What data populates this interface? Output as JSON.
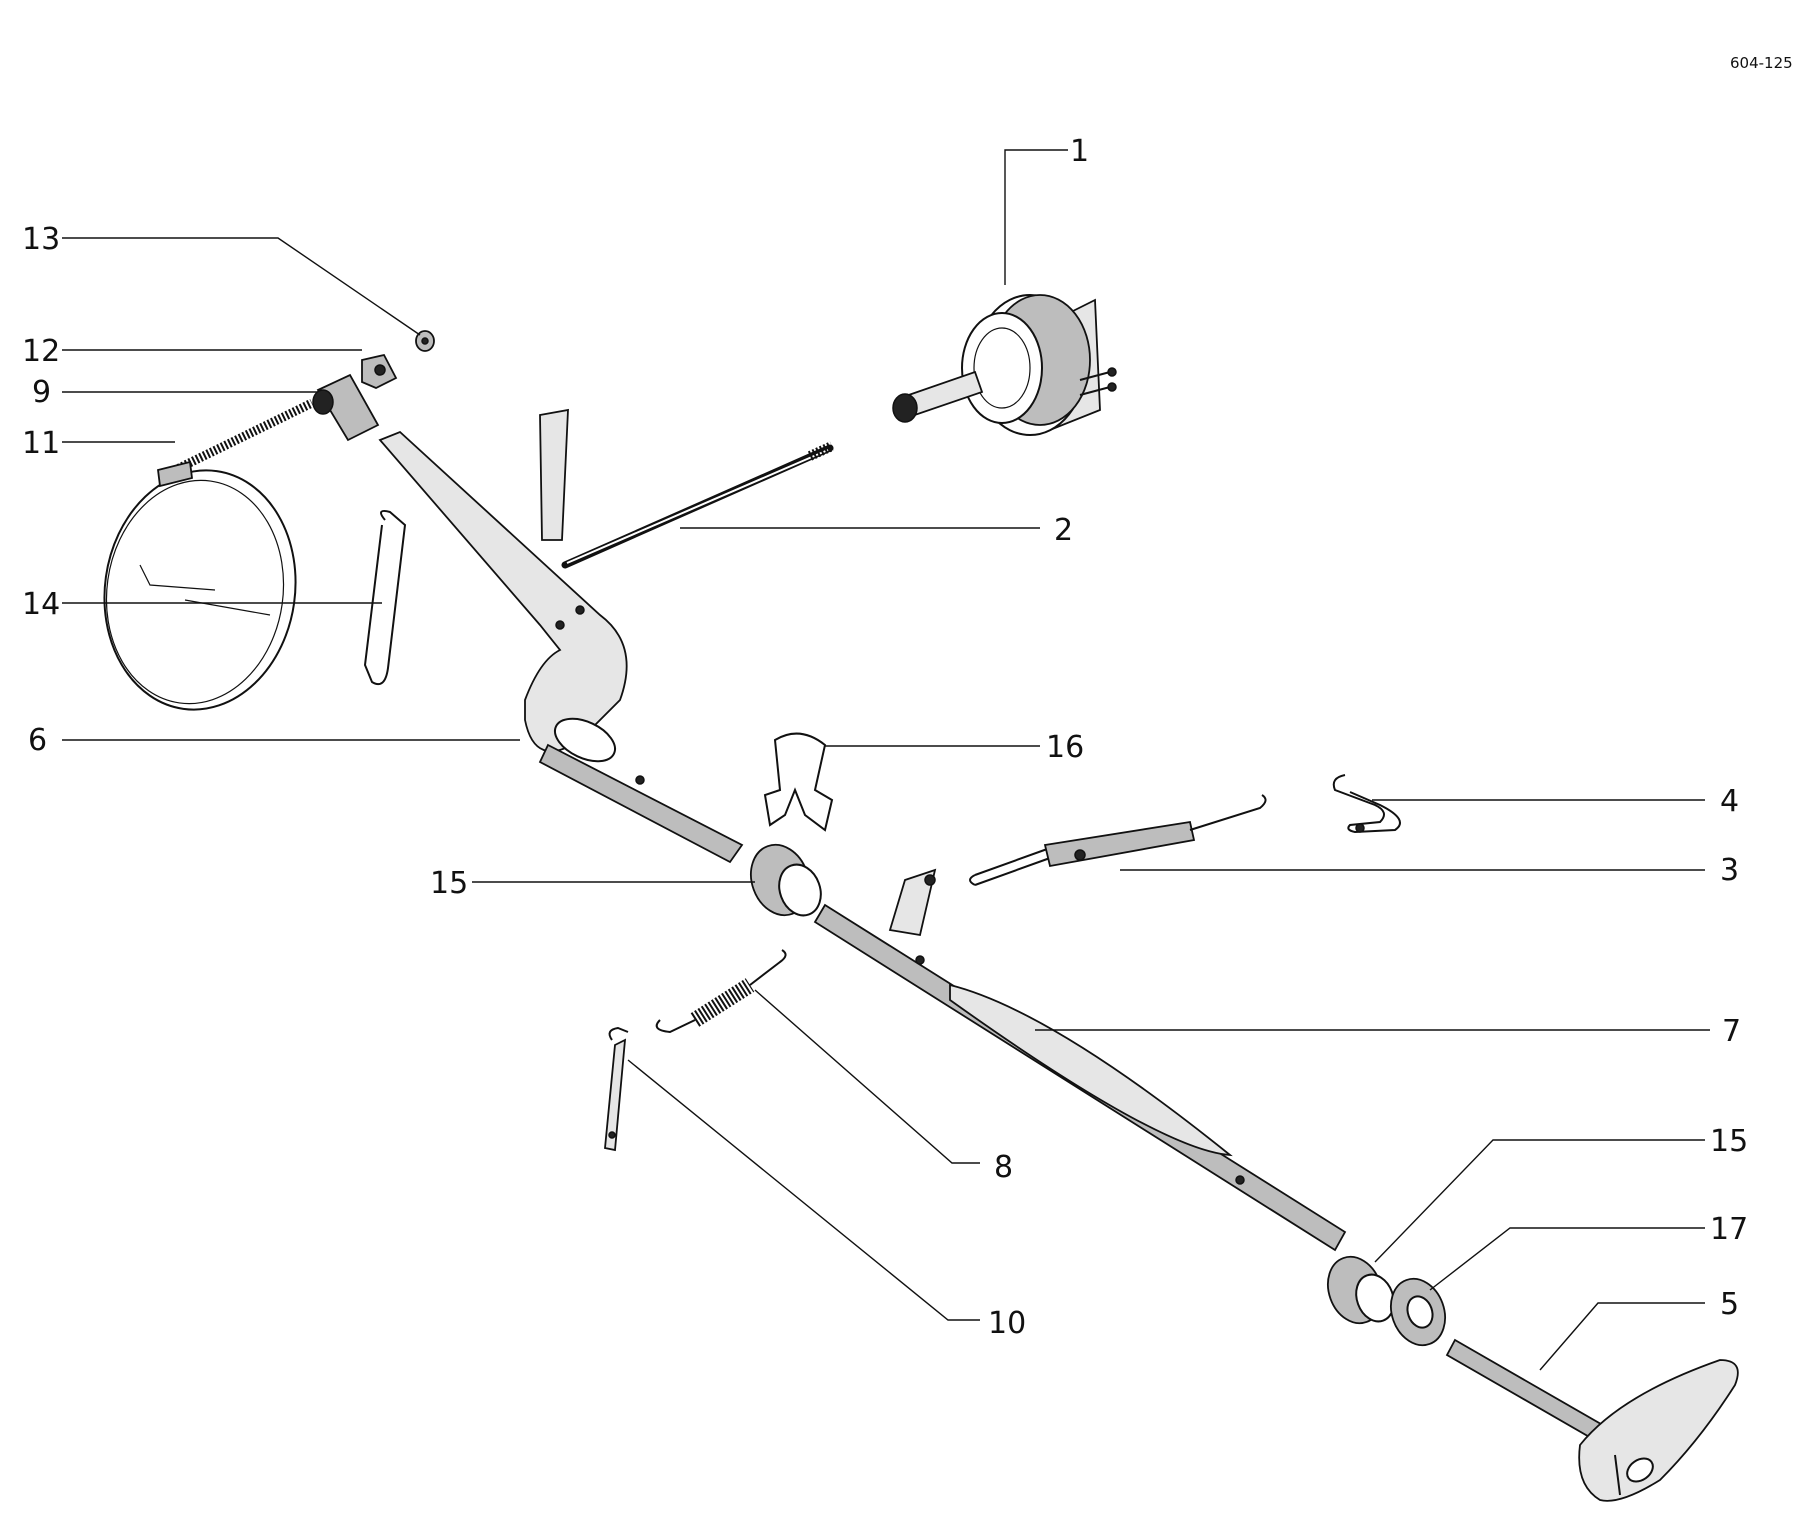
{
  "drawing_code": "604-125",
  "labels": {
    "l1": "1",
    "l2": "2",
    "l3": "3",
    "l4": "4",
    "l5": "5",
    "l6": "6",
    "l7": "7",
    "l8": "8",
    "l9": "9",
    "l10": "10",
    "l11": "11",
    "l12": "12",
    "l13": "13",
    "l14": "14",
    "l15a": "15",
    "l15b": "15",
    "l16": "16",
    "l17": "17"
  }
}
